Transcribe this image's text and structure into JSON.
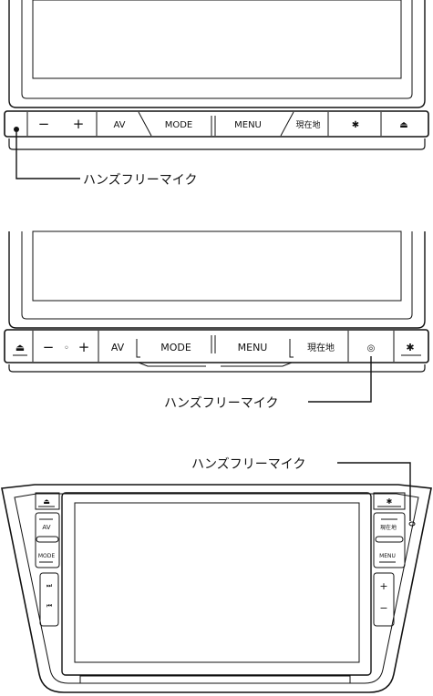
{
  "callout_label": "ハンズフリーマイク",
  "unit1": {
    "buttons": [
      "−",
      "+",
      "AV",
      "MODE",
      "MENU",
      "現在地",
      "✱",
      "⏏"
    ]
  },
  "unit2": {
    "buttons": [
      "⏏",
      "−",
      "◦",
      "+",
      "AV",
      "MODE",
      "MENU",
      "現在地",
      "◎",
      "✱"
    ]
  },
  "unit3": {
    "left_buttons": [
      "⏏",
      "AV",
      "MODE",
      "⏭",
      "⏮"
    ],
    "right_buttons": [
      "✱",
      "現在地",
      "MENU",
      "+",
      "−"
    ]
  },
  "colors": {
    "line": "#111111",
    "panel": "#ffffff"
  }
}
